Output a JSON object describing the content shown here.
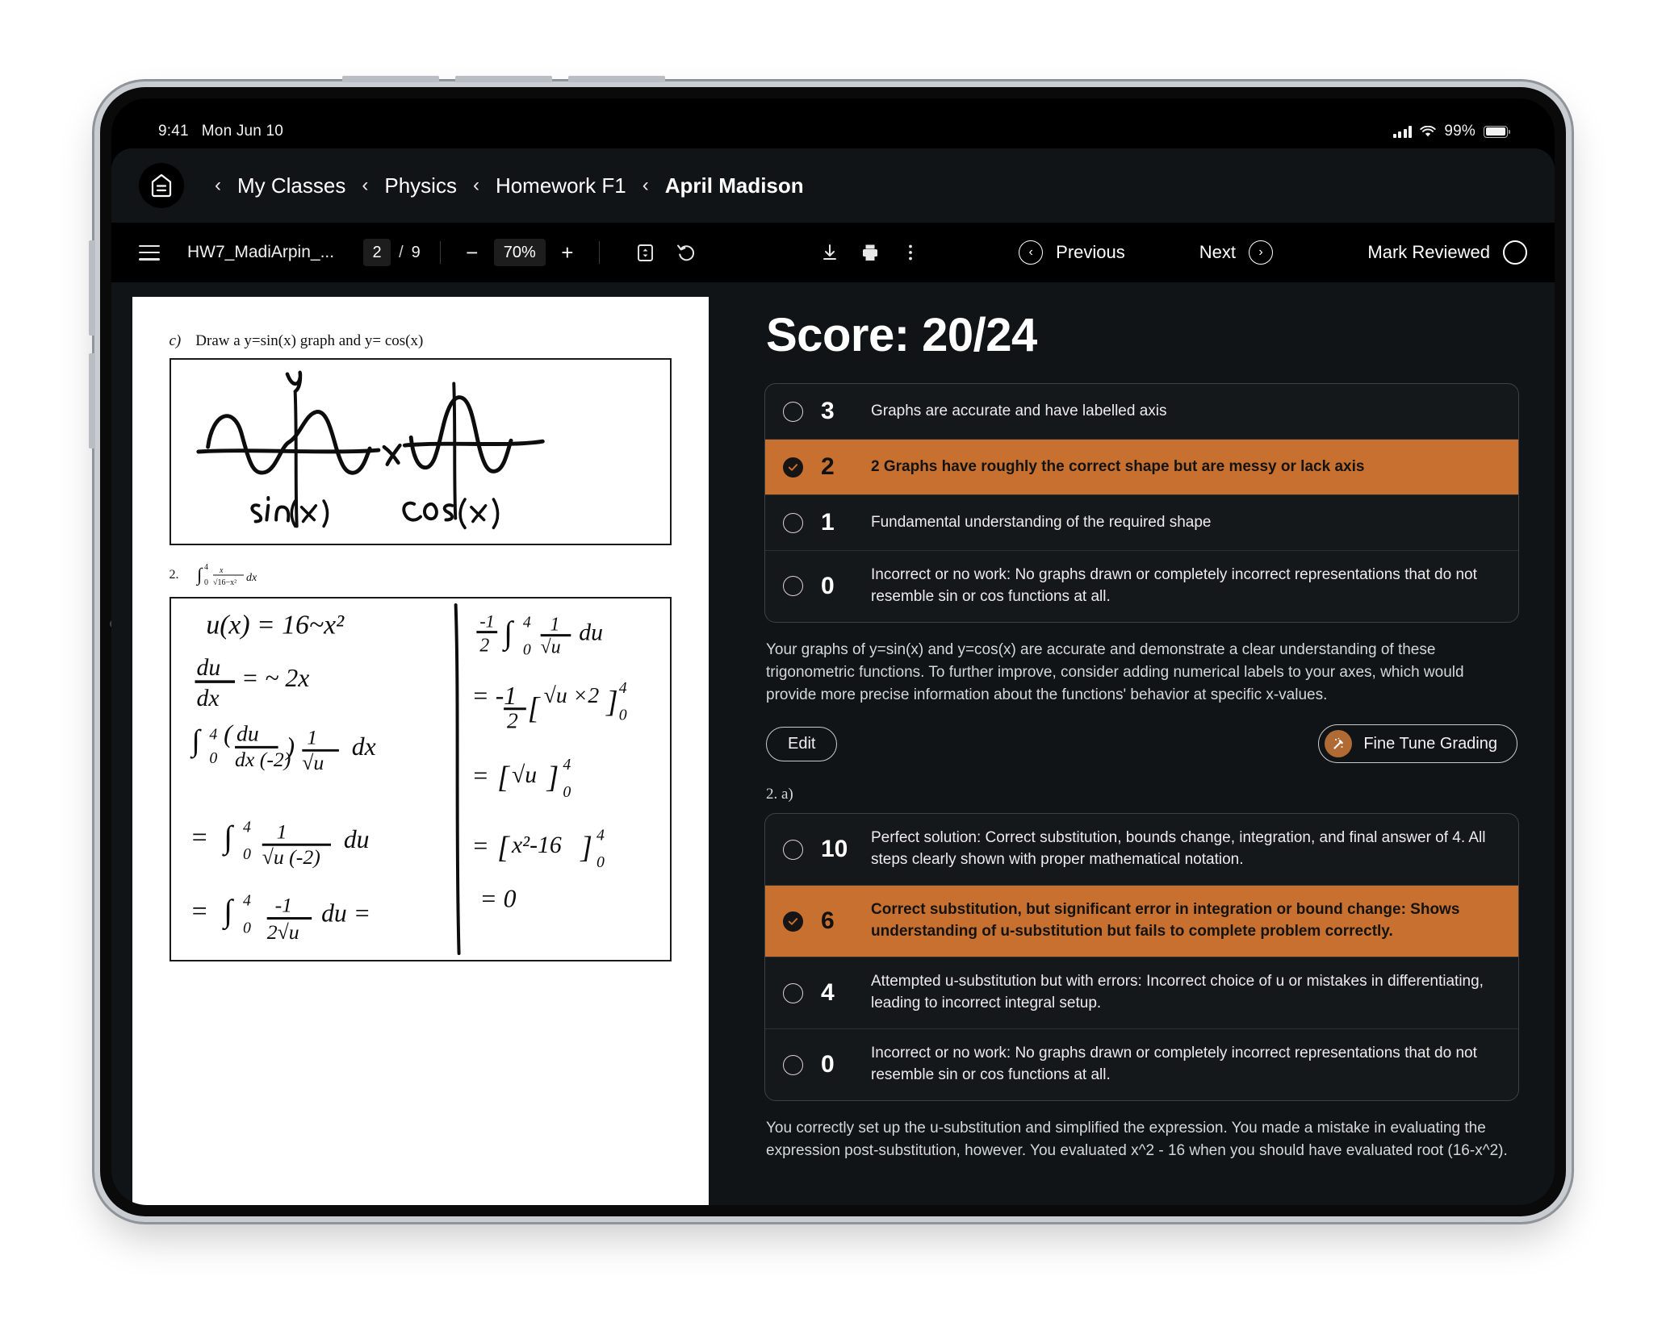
{
  "status_bar": {
    "time": "9:41",
    "date": "Mon Jun 10",
    "battery_percent": "99%",
    "signal_icon": "cellular-bars-icon",
    "wifi_icon": "wifi-icon",
    "battery_icon": "battery-icon"
  },
  "breadcrumb": {
    "home_icon": "home-icon",
    "items": [
      {
        "label": "My Classes"
      },
      {
        "label": "Physics"
      },
      {
        "label": "Homework F1"
      },
      {
        "label": "April Madison"
      }
    ],
    "separator": "‹"
  },
  "pdf_toolbar": {
    "menu_icon": "hamburger-menu-icon",
    "document_name": "HW7_MadiArpin_...",
    "current_page": "2",
    "page_separator": "/",
    "total_pages": "9",
    "zoom_out_label": "−",
    "zoom_level": "70%",
    "zoom_in_label": "+",
    "fit_page_icon": "fit-page-icon",
    "rotate_icon": "rotate-icon",
    "download_icon": "download-icon",
    "print_icon": "print-icon",
    "more_icon": "more-options-icon",
    "previous_label": "Previous",
    "previous_icon": "chevron-left-circle-icon",
    "next_label": "Next",
    "next_icon": "chevron-right-circle-icon",
    "mark_reviewed_label": "Mark Reviewed",
    "mark_reviewed_icon": "circle-toggle-icon"
  },
  "document": {
    "question_c_number": "c)",
    "question_c_text": "Draw a y=sin(x) graph and y= cos(x)",
    "graph_left_label": "sin(x)",
    "graph_right_label": "cos(x)",
    "axis_y_label": "y",
    "axis_x_label": "x",
    "question_2_number": "2.",
    "question_2_integral": "∫₀⁴ x / √(16−x²) dx",
    "work_left": [
      "u(x) = 16 - x²",
      "du/dx = -2x",
      "∫₀⁴ ( du/dx(-2) ) 1/√u  dx",
      "= ∫₀⁴ 1/(√u(-2)) du",
      "= ∫₀⁴ -1/(2√u) du ="
    ],
    "work_right": [
      "-½ ∫₀⁴ 1/√u du",
      "= -½ [ √u ×2 ]₀⁴",
      "= [ √u ]₀⁴",
      "= [ x²-16 ]₀⁴",
      "= 0"
    ]
  },
  "grading": {
    "score_label": "Score: 20/24",
    "rubric_1": {
      "options": [
        {
          "points": "3",
          "text": "Graphs are accurate and have labelled axis",
          "selected": false
        },
        {
          "points": "2",
          "text": "2 Graphs have roughly the correct shape but are messy or lack axis",
          "selected": true
        },
        {
          "points": "1",
          "text": "Fundamental understanding of the required shape",
          "selected": false
        },
        {
          "points": "0",
          "text": "Incorrect or no work: No graphs drawn or completely incorrect representations that do not resemble sin or cos functions at all.",
          "selected": false
        }
      ],
      "feedback": "Your graphs of y=sin(x) and y=cos(x) are accurate and demonstrate a clear understanding of these trigonometric functions. To further improve, consider adding numerical labels to your axes, which would provide more precise information about the functions' behavior at specific x-values.",
      "edit_label": "Edit",
      "fine_tune_label": "Fine Tune Grading",
      "fine_tune_icon": "magic-wand-icon"
    },
    "section_2a_label": "2. a)",
    "rubric_2": {
      "options": [
        {
          "points": "10",
          "text": "Perfect solution: Correct substitution, bounds change, integration, and final answer of 4. All steps clearly shown with proper mathematical notation.",
          "selected": false
        },
        {
          "points": "6",
          "text": "Correct substitution, but significant error in integration or bound change: Shows understanding of u-substitution but fails to complete problem correctly.",
          "selected": true
        },
        {
          "points": "4",
          "text": "Attempted u-substitution but with errors: Incorrect choice of u or mistakes in differentiating, leading to incorrect integral setup.",
          "selected": false
        },
        {
          "points": "0",
          "text": "Incorrect or no work: No graphs drawn or completely incorrect representations that do not resemble sin or cos functions at all.",
          "selected": false
        }
      ],
      "feedback": "You correctly set up the u-substitution and simplified the expression. You made a mistake in evaluating the expression post-substitution, however. You evaluated x^2 - 16 when you should have evaluated root (16-x^2)."
    }
  },
  "colors": {
    "accent_orange": "#c8702f",
    "app_bg": "#111417",
    "toolbar_bg": "#000000",
    "fine_tune_icon_bg": "#b06a33"
  }
}
